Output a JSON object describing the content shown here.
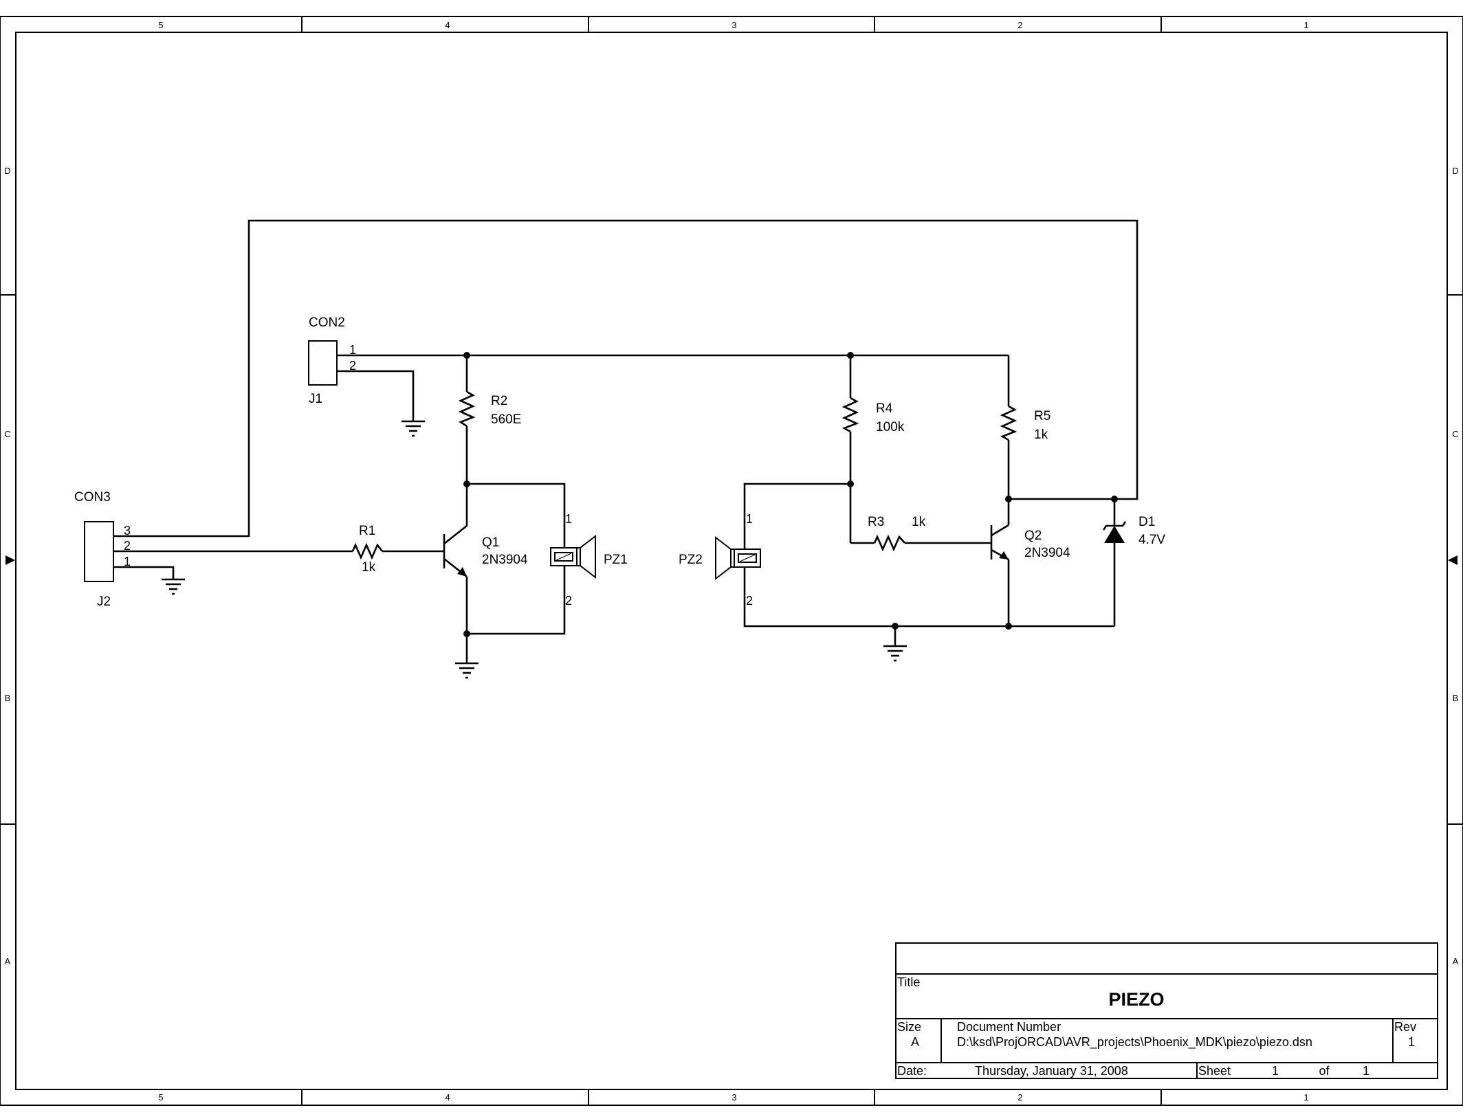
{
  "border": {
    "columns": [
      "5",
      "4",
      "3",
      "2",
      "1"
    ],
    "rows": [
      "D",
      "C",
      "B",
      "A"
    ]
  },
  "connectors": {
    "con2": {
      "ref": "J1",
      "value": "CON2",
      "pins": [
        "1",
        "2"
      ]
    },
    "con3": {
      "ref": "J2",
      "value": "CON3",
      "pins": [
        "3",
        "2",
        "1"
      ]
    }
  },
  "components": {
    "r1": {
      "ref": "R1",
      "value": "1k"
    },
    "r2": {
      "ref": "R2",
      "value": "560E"
    },
    "r3": {
      "ref": "R3",
      "value": "1k"
    },
    "r4": {
      "ref": "R4",
      "value": "100k"
    },
    "r5": {
      "ref": "R5",
      "value": "1k"
    },
    "q1": {
      "ref": "Q1",
      "value": "2N3904"
    },
    "q2": {
      "ref": "Q2",
      "value": "2N3904"
    },
    "d1": {
      "ref": "D1",
      "value": "4.7V"
    },
    "pz1": {
      "ref": "PZ1",
      "pin1": "1",
      "pin2": "2"
    },
    "pz2": {
      "ref": "PZ2",
      "pin1": "1",
      "pin2": "2"
    }
  },
  "title_block": {
    "title_label": "Title",
    "title": "PIEZO",
    "size_label": "Size",
    "size": "A",
    "docnum_label": "Document Number",
    "docnum": "D:\\ksd\\ProjORCAD\\AVR_projects\\Phoenix_MDK\\piezo\\piezo.dsn",
    "rev_label": "Rev",
    "rev": "1",
    "date_label": "Date:",
    "date": "Thursday, January 31, 2008",
    "sheet_label": "Sheet",
    "sheet": "1",
    "of_label": "of",
    "of": "1"
  }
}
